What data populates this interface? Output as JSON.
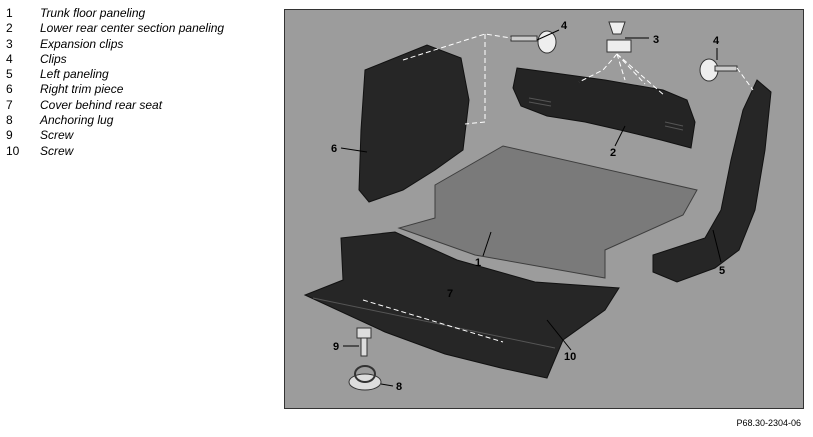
{
  "legend": [
    {
      "num": "1",
      "label": "Trunk floor paneling"
    },
    {
      "num": "2",
      "label": "Lower rear center section paneling"
    },
    {
      "num": "3",
      "label": "Expansion clips"
    },
    {
      "num": "4",
      "label": "Clips"
    },
    {
      "num": "5",
      "label": "Left paneling"
    },
    {
      "num": "6",
      "label": "Right trim piece"
    },
    {
      "num": "7",
      "label": "Cover behind rear seat"
    },
    {
      "num": "8",
      "label": "Anchoring lug"
    },
    {
      "num": "9",
      "label": "Screw"
    },
    {
      "num": "10",
      "label": "Screw"
    }
  ],
  "callouts": {
    "c1": "1",
    "c2": "2",
    "c3": "3",
    "c4a": "4",
    "c4b": "4",
    "c5": "5",
    "c6": "6",
    "c7": "7",
    "c8": "8",
    "c9": "9",
    "c10": "10"
  },
  "figure_id": "P68.30-2304-06",
  "colors": {
    "background": "#9c9c9c",
    "panel_dark": "#222222",
    "floor_gray": "#7a7a7a"
  }
}
